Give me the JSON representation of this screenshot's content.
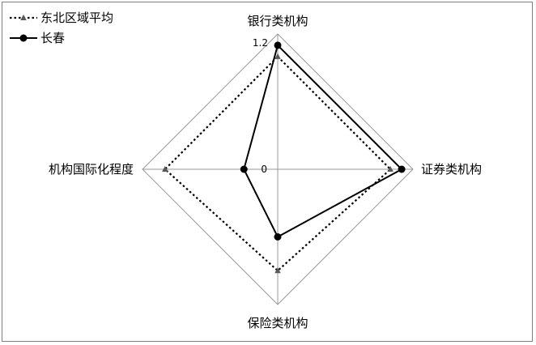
{
  "chart_data": {
    "type": "radar",
    "axes": [
      "银行类机构",
      "证券类机构",
      "保险类机构",
      "机构国际化程度"
    ],
    "range": [
      0,
      1.2
    ],
    "tick_labels": [
      "0",
      "1.2"
    ],
    "grid": true,
    "legend_position": "top-left",
    "series": [
      {
        "name": "东北区域平均",
        "style": "dotted",
        "marker": "triangle",
        "color": "#000000",
        "values": [
          1.0,
          1.0,
          0.9,
          1.0
        ]
      },
      {
        "name": "长春",
        "style": "solid",
        "marker": "circle",
        "color": "#000000",
        "values": [
          1.1,
          1.1,
          0.6,
          0.3
        ]
      }
    ]
  }
}
